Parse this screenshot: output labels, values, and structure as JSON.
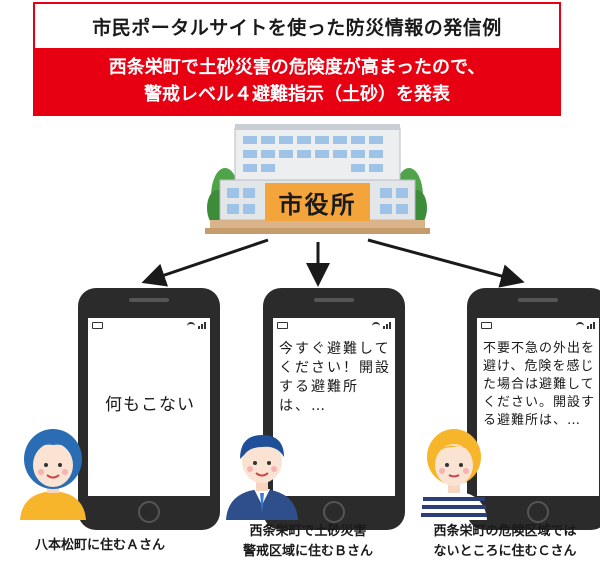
{
  "title": "市民ポータルサイトを使った防災情報の発信例",
  "alert": {
    "line1": "西条栄町で土砂災害の危険度が高まったので、",
    "line2": "警戒レベル４避難指示（土砂）を発表"
  },
  "city_hall_label": "市役所",
  "phones": [
    {
      "message": "何もこない"
    },
    {
      "message": "今すぐ避難してください！開設する避難所は、…"
    },
    {
      "message": "不要不急の外出を避け、危険を感じた場合は避難してください。開設する避難所は、…"
    }
  ],
  "residents": [
    {
      "label_line1": "八本松町に住むＡさん",
      "label_line2": ""
    },
    {
      "label_line1": "西条栄町で土砂災害",
      "label_line2": "警戒区域に住むＢさん"
    },
    {
      "label_line1": "西条栄町の危険区域では",
      "label_line2": "ないところに住むＣさん"
    }
  ],
  "colors": {
    "frame_red": "#e60012",
    "alert_bg": "#e60012",
    "sign_orange": "#f3a43a",
    "phone_body": "#2b2b2b",
    "hair_yellow": "#f7b52c",
    "hair_blue": "#2a6db5"
  }
}
